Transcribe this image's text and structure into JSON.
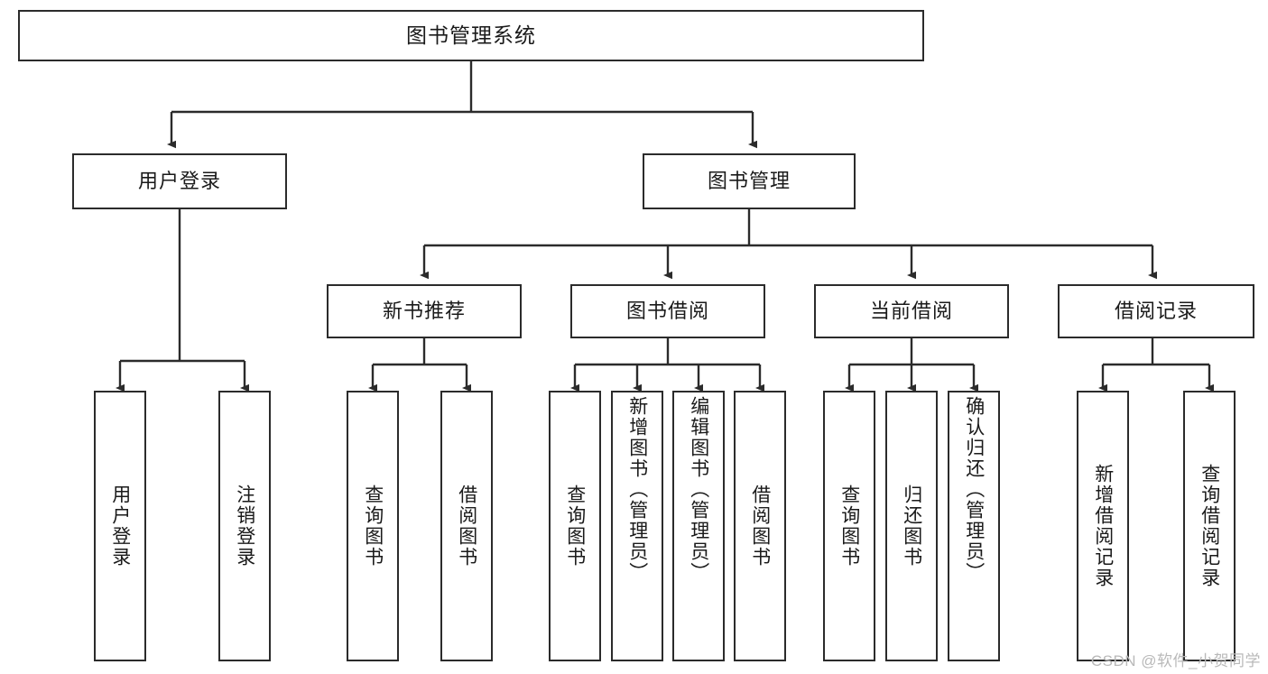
{
  "diagram": {
    "type": "tree-hierarchy-chart",
    "title": "图书管理系统",
    "line_color": "#2b2b2b",
    "box_fill": "#ffffff",
    "text_color": "#1a1a1a",
    "levels": [
      {
        "level": 1,
        "nodes": [
          {
            "id": "root",
            "label": "图书管理系统",
            "orientation": "horizontal"
          }
        ]
      },
      {
        "level": 2,
        "nodes": [
          {
            "id": "login",
            "label": "用户登录",
            "orientation": "horizontal",
            "parent": "root"
          },
          {
            "id": "bookmgmt",
            "label": "图书管理",
            "orientation": "horizontal",
            "parent": "root"
          }
        ]
      },
      {
        "level": 3,
        "nodes": [
          {
            "id": "newbook",
            "label": "新书推荐",
            "orientation": "horizontal",
            "parent": "bookmgmt"
          },
          {
            "id": "borrow",
            "label": "图书借阅",
            "orientation": "horizontal",
            "parent": "bookmgmt"
          },
          {
            "id": "current",
            "label": "当前借阅",
            "orientation": "horizontal",
            "parent": "bookmgmt"
          },
          {
            "id": "records",
            "label": "借阅记录",
            "orientation": "horizontal",
            "parent": "bookmgmt"
          }
        ]
      },
      {
        "level": 4,
        "nodes": [
          {
            "id": "leaf-login-1",
            "label": "用户登录",
            "orientation": "vertical",
            "parent": "login"
          },
          {
            "id": "leaf-login-2",
            "label": "注销登录",
            "orientation": "vertical",
            "parent": "login"
          },
          {
            "id": "leaf-new-1",
            "label": "查询图书",
            "orientation": "vertical",
            "parent": "newbook"
          },
          {
            "id": "leaf-new-2",
            "label": "借阅图书",
            "orientation": "vertical",
            "parent": "newbook"
          },
          {
            "id": "leaf-borrow-1",
            "label": "查询图书",
            "orientation": "vertical",
            "parent": "borrow"
          },
          {
            "id": "leaf-borrow-2",
            "label": "新增图书（管理员）",
            "orientation": "vertical",
            "parent": "borrow"
          },
          {
            "id": "leaf-borrow-3",
            "label": "编辑图书（管理员）",
            "orientation": "vertical",
            "parent": "borrow"
          },
          {
            "id": "leaf-borrow-4",
            "label": "借阅图书",
            "orientation": "vertical",
            "parent": "borrow"
          },
          {
            "id": "leaf-cur-1",
            "label": "查询图书",
            "orientation": "vertical",
            "parent": "current"
          },
          {
            "id": "leaf-cur-2",
            "label": "归还图书",
            "orientation": "vertical",
            "parent": "current"
          },
          {
            "id": "leaf-cur-3",
            "label": "确认归还（管理员）",
            "orientation": "vertical",
            "parent": "current"
          },
          {
            "id": "leaf-rec-1",
            "label": "新增借阅记录",
            "orientation": "vertical",
            "parent": "records"
          },
          {
            "id": "leaf-rec-2",
            "label": "查询借阅记录",
            "orientation": "vertical",
            "parent": "records"
          }
        ]
      }
    ]
  },
  "watermark": {
    "text": "CSDN @软件_小贺同学"
  }
}
